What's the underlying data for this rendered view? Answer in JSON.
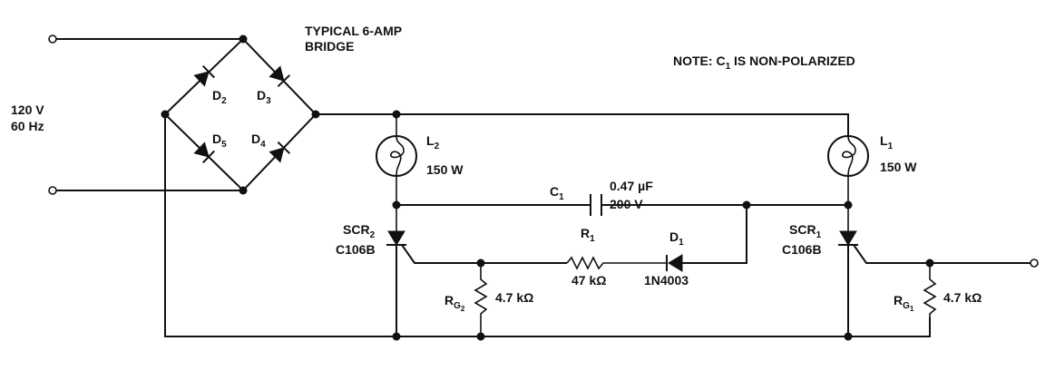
{
  "source": {
    "voltage": "120 V",
    "frequency": "60 Hz"
  },
  "bridge": {
    "caption_line1": "TYPICAL 6-AMP",
    "caption_line2": "BRIDGE",
    "diodes": [
      {
        "name": "D",
        "sub": "2"
      },
      {
        "name": "D",
        "sub": "3"
      },
      {
        "name": "D",
        "sub": "5"
      },
      {
        "name": "D",
        "sub": "4"
      }
    ]
  },
  "note": {
    "prefix": "NOTE: C",
    "sub": "1",
    "suffix": " IS NON-POLARIZED"
  },
  "lamps": [
    {
      "name": "L",
      "sub": "2",
      "rating": "150 W"
    },
    {
      "name": "L",
      "sub": "1",
      "rating": "150 W"
    }
  ],
  "capacitor": {
    "name": "C",
    "sub": "1",
    "value": "0.47 µF",
    "voltage": "200 V"
  },
  "resistor_r1": {
    "name": "R",
    "sub": "1",
    "value": "47 kΩ"
  },
  "diode_d1": {
    "name": "D",
    "sub": "1",
    "part": "1N4003"
  },
  "scrs": [
    {
      "name": "SCR",
      "sub": "2",
      "part": "C106B"
    },
    {
      "name": "SCR",
      "sub": "1",
      "part": "C106B"
    }
  ],
  "gate_resistors": [
    {
      "name": "R",
      "sub": "G",
      "subsub": "2",
      "value": "4.7 kΩ"
    },
    {
      "name": "R",
      "sub": "G",
      "subsub": "1",
      "value": "4.7 kΩ"
    }
  ]
}
